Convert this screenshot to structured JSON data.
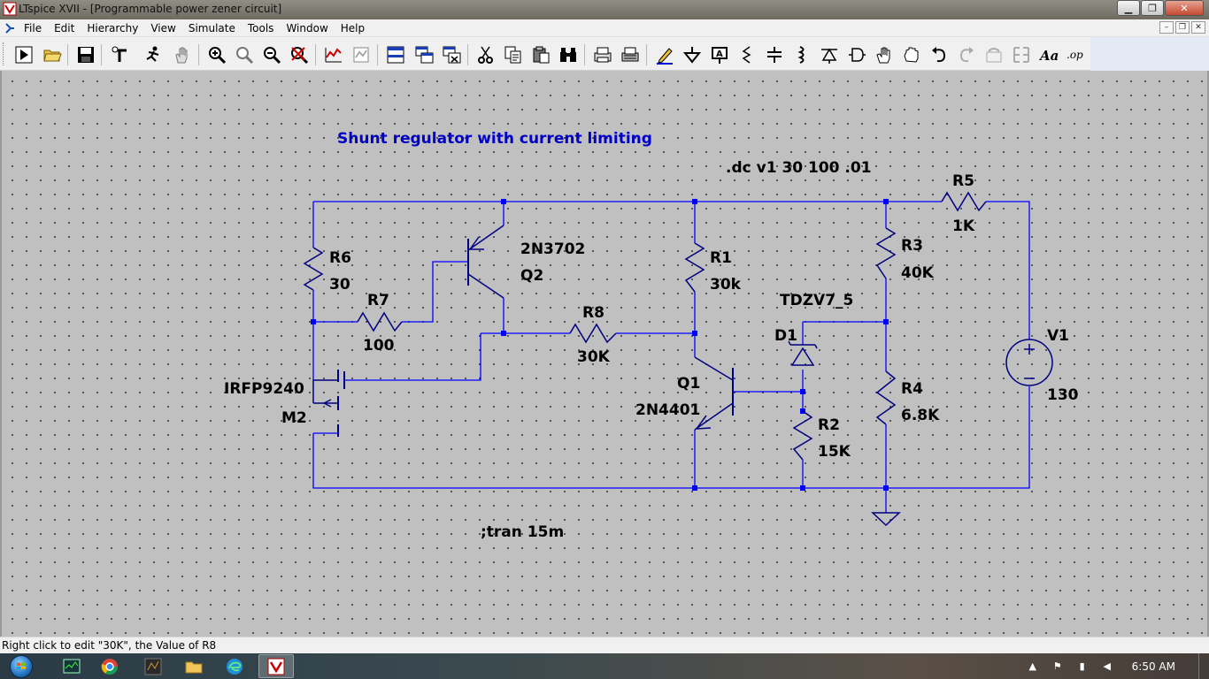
{
  "window": {
    "title": "LTspice XVII - [Programmable power zener circuit]",
    "buttons": [
      "minimize",
      "maximize",
      "close"
    ]
  },
  "menubar": {
    "items": [
      "File",
      "Edit",
      "Hierarchy",
      "View",
      "Simulate",
      "Tools",
      "Window",
      "Help"
    ]
  },
  "toolbar": {
    "icons": [
      "run-icon",
      "open-icon",
      "save-icon",
      "control-panel-icon",
      "halt-icon",
      "pan-icon",
      "zoom-in-icon",
      "zoom-area-icon",
      "zoom-out-icon",
      "zoom-fit-icon",
      "autorange-icon",
      "pick-visible-traces-icon",
      "tile-icon",
      "cascade-icon",
      "close-all-icon",
      "cut-icon",
      "copy-icon",
      "paste-icon",
      "find-icon",
      "print-icon",
      "print-setup-icon",
      "draw-wire-icon",
      "ground-icon",
      "label-net-icon",
      "resistor-icon",
      "capacitor-icon",
      "inductor-icon",
      "diode-icon",
      "component-icon",
      "move-icon",
      "drag-icon",
      "undo-icon",
      "redo-icon",
      "rotate-icon",
      "mirror-icon",
      "text-icon",
      "spice-directive-icon"
    ]
  },
  "schematic": {
    "title_comment": "Shunt regulator with current limiting",
    "directive_dc": ".dc v1 30 100 .01",
    "directive_tran": ";tran 15m",
    "components": [
      {
        "ref": "R6",
        "value": "30"
      },
      {
        "ref": "R7",
        "value": "100"
      },
      {
        "ref": "Q2",
        "value": "2N3702"
      },
      {
        "ref": "R8",
        "value": "30K"
      },
      {
        "ref": "R1",
        "value": "30k"
      },
      {
        "ref": "Q1",
        "value": "2N4401"
      },
      {
        "ref": "D1",
        "value": "TDZV7_5"
      },
      {
        "ref": "R2",
        "value": "15K"
      },
      {
        "ref": "R3",
        "value": "40K"
      },
      {
        "ref": "R4",
        "value": "6.8K"
      },
      {
        "ref": "R5",
        "value": "1K"
      },
      {
        "ref": "V1",
        "value": "130"
      },
      {
        "ref": "M2",
        "value": "IRFP9240"
      }
    ],
    "colors": {
      "wire": "#0000ff",
      "symbol": "#000080",
      "background": "#c0c0c0",
      "comment": "#0000c8"
    }
  },
  "statusbar": {
    "text": "Right click to edit \"30K\", the Value of R8"
  },
  "taskbar": {
    "apps": [
      "start-button",
      "task-manager",
      "chrome",
      "app-dark",
      "file-explorer",
      "edge",
      "ltspice"
    ],
    "active_app": "ltspice",
    "tray": {
      "clock": "6:50 AM"
    }
  }
}
